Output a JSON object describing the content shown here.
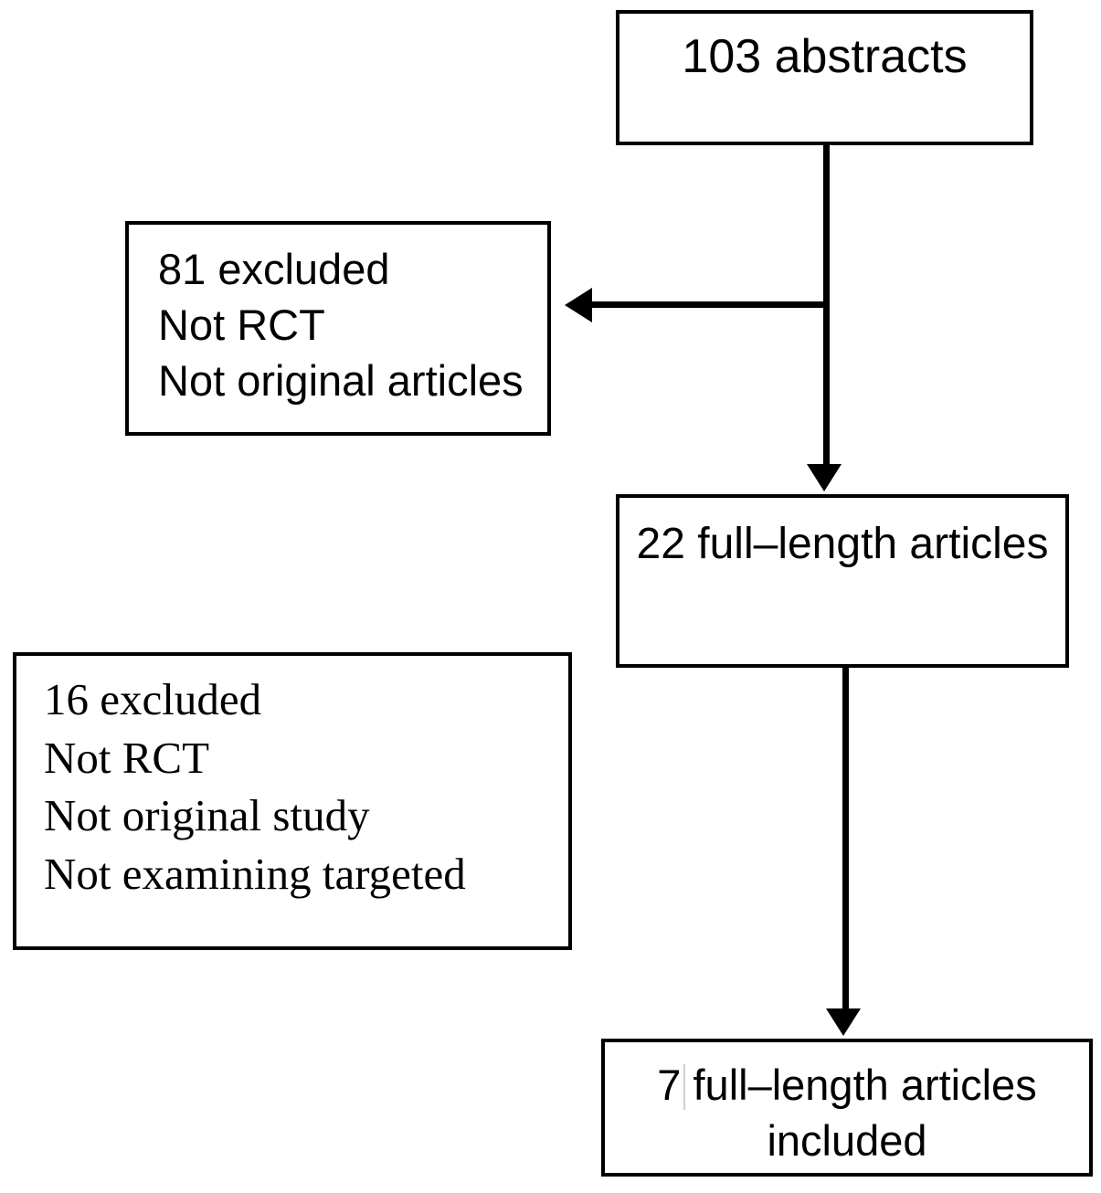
{
  "diagram": {
    "type": "prisma-study-selection-flowchart",
    "title": "Study selection flow diagram",
    "nodes": [
      {
        "id": "abstracts",
        "label": "103 abstracts",
        "count": 103,
        "lines": [
          "103 abstracts"
        ],
        "align": "center",
        "font": "sans"
      },
      {
        "id": "excluded-81",
        "label": "81 excluded",
        "count": 81,
        "lines": [
          "81 excluded",
          "Not RCT",
          "Not original articles"
        ],
        "align": "left",
        "font": "sans"
      },
      {
        "id": "fulltext-22",
        "label": "22 full–length articles",
        "count": 22,
        "lines": [
          "22 full–length articles"
        ],
        "align": "center",
        "font": "sans"
      },
      {
        "id": "excluded-16",
        "label": "16 excluded",
        "count": 16,
        "lines": [
          "16 excluded",
          "Not RCT",
          "Not original study",
          "Not examining targeted"
        ],
        "clipped_line": "t",
        "align": "left",
        "font": "serif"
      },
      {
        "id": "included-7",
        "label": "7 full–length articles included",
        "count": 7,
        "lines": [
          "7 full–length articles",
          "included"
        ],
        "align": "center",
        "font": "sans"
      }
    ],
    "edges": [
      {
        "id": "abstracts-to-fulltext",
        "from": "abstracts",
        "to": "fulltext-22",
        "direction": "down"
      },
      {
        "id": "abstracts-to-excluded",
        "from": "abstracts",
        "to": "excluded-81",
        "direction": "left"
      },
      {
        "id": "fulltext-to-included",
        "from": "fulltext-22",
        "to": "included-7",
        "direction": "down"
      }
    ],
    "colors": {
      "stroke": "#000000",
      "fill": "#ffffff",
      "text": "#000000",
      "artifact": "#cfcfcf"
    }
  }
}
